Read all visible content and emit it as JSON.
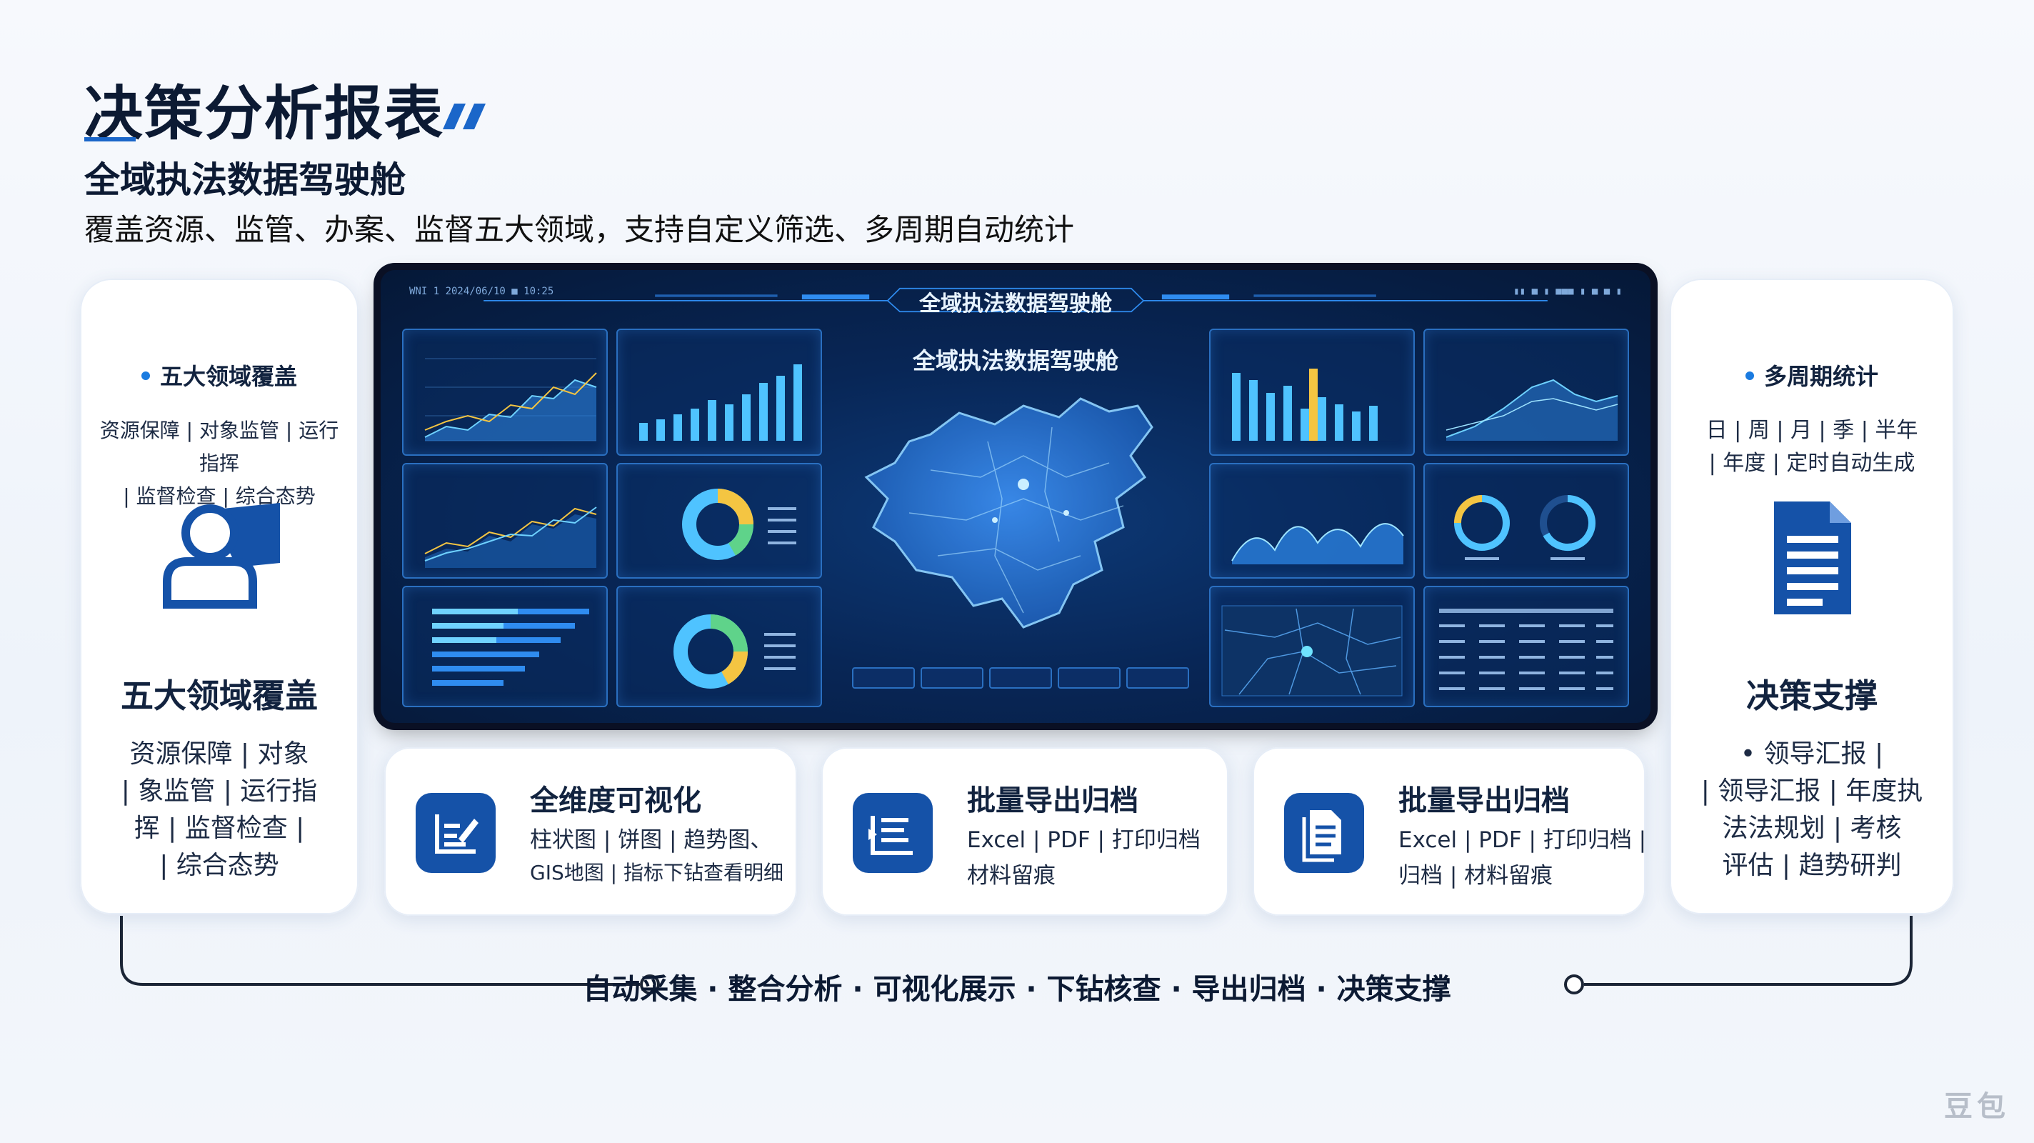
{
  "header": {
    "title": "决策分析报表",
    "subtitle": "全域执法数据驾驶舱",
    "description": "覆盖资源、监管、办案、监督五大领域，支持自定义筛选、多周期自动统计"
  },
  "left_card": {
    "label": "五大领域覆盖",
    "tags_line1": "资源保障 | 对象监管 | 运行指挥",
    "tags_line2": "| 监督检查 | 综合态势",
    "icon": "user-flag-icon",
    "big_title": "五大领域覆盖",
    "body_line1": "资源保障 | 对象",
    "body_line2": "| 象监管 | 运行指",
    "body_line3": "挥 | 监督检查 |",
    "body_line4": "| 综合态势"
  },
  "right_card": {
    "label": "多周期统计",
    "tags_line1": "日 | 周 | 月 | 季 | 半年",
    "tags_line2": "| 年度 | 定时自动生成",
    "icon": "document-icon",
    "big_title": "决策支撑",
    "body_line1": "• 领导汇报 |",
    "body_line2": "| 领导汇报 | 年度执",
    "body_line3": "法法规划 | 考核",
    "body_line4": "评估 | 趋势研判"
  },
  "dashboard": {
    "title": "全域执法数据驾驶舱",
    "center_title": "全域执法数据驾驶舱",
    "top_left": "WNI 1 2024/06/10  ■ 10:25",
    "top_right": "▮▮ ■ ▮ ■■■ ▮ ■ ■ ▮"
  },
  "features": [
    {
      "title": "全维度可视化",
      "line1": "柱状图 | 饼图 | 趋势图、",
      "line2": "GIS地图 | 指标下钻查看明细",
      "icon": "chart-edit-icon"
    },
    {
      "title": "批量导出归档",
      "line1": "Excel | PDF | 打印归档",
      "line2": "材料留痕",
      "icon": "export-list-icon"
    },
    {
      "title": "批量导出归档",
      "line1": "Excel | PDF | 打印归档 |",
      "line2": "归档 | 材料留痕",
      "icon": "file-copy-icon"
    }
  ],
  "flow": "自动采集 · 整合分析 · 可视化展示 · 下钻核查 · 导出归档 · 决策支撑",
  "watermark": "豆包",
  "colors": {
    "accent": "#1552a8",
    "dash_bg": "#082656",
    "dash_line": "#4fc3ff"
  }
}
